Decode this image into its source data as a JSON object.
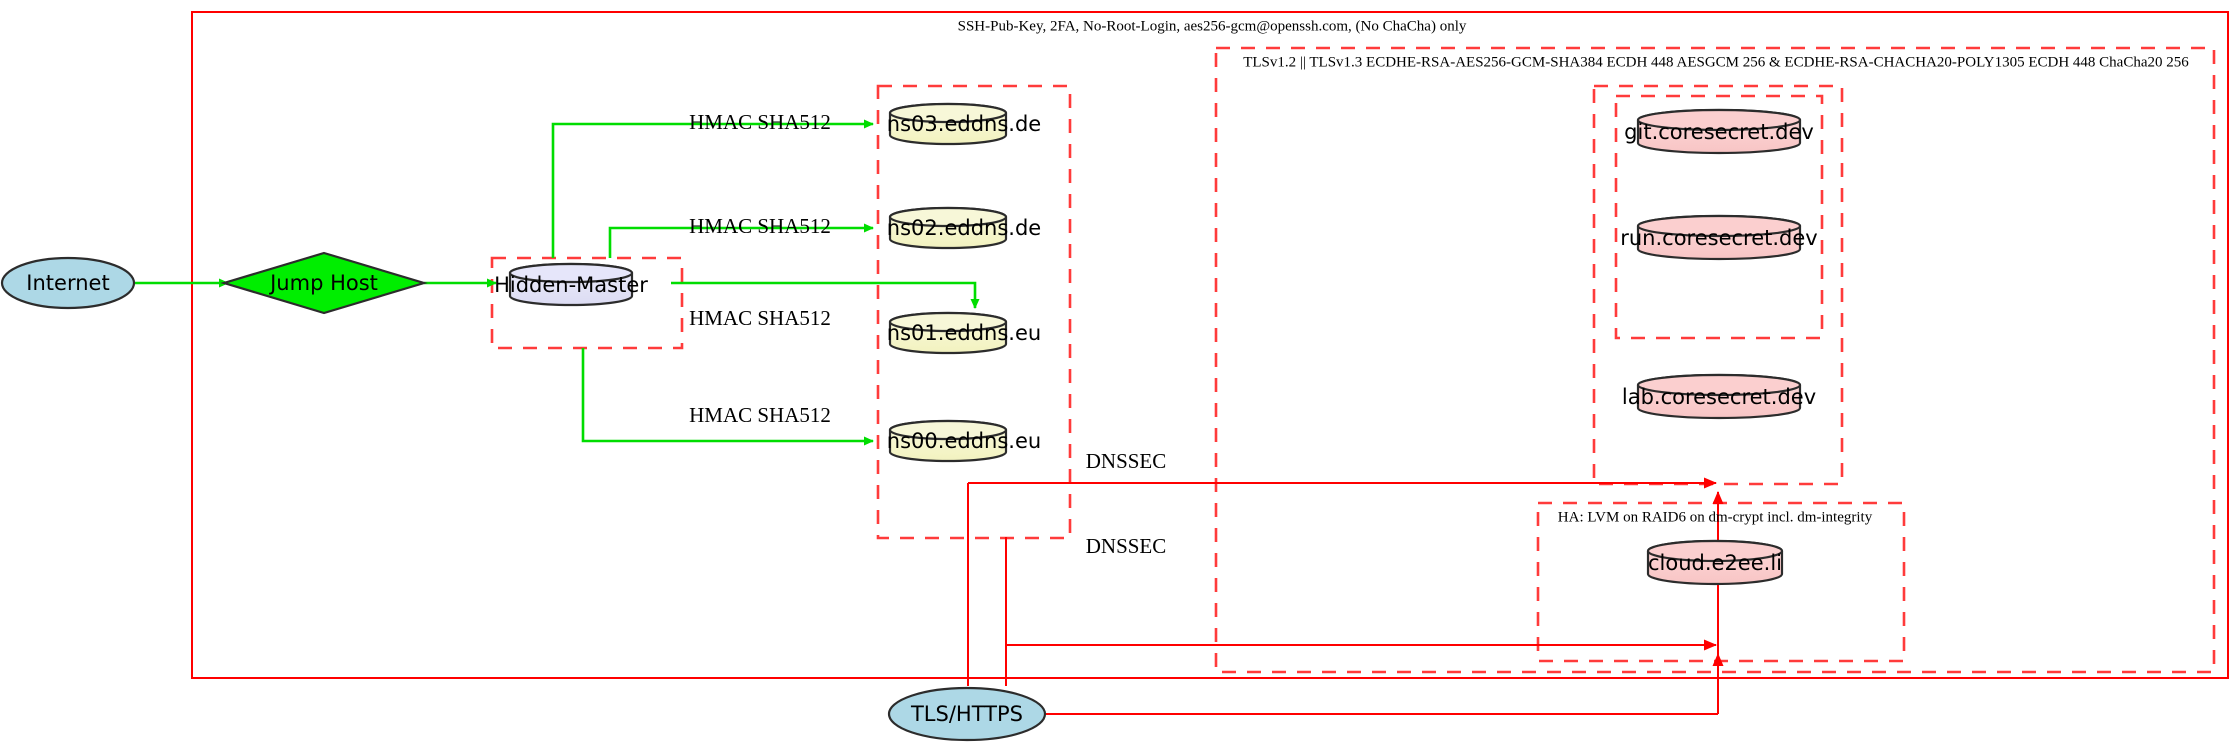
{
  "diagram": {
    "title_label": "SSH-Pub-Key, 2FA, No-Root-Login, aes256-gcm@openssh.com, (No ChaCha) only",
    "colors": {
      "boundary_red": "#ff0000",
      "dashed_red": "#ff3b3b",
      "edge_green": "#00dd00",
      "internet_fill": "#add8e6",
      "jumphost_fill": "#00ee00",
      "master_fill": "#e6e6fa",
      "nameserver_fill": "#f5f5c8",
      "service_fill": "#fbcfcf",
      "tls_fill": "#add8e6"
    },
    "clusters": [
      {
        "id": "ssh-zone",
        "label": "SSH-Pub-Key, 2FA, No-Root-Login, aes256-gcm@openssh.com, (No ChaCha) only"
      },
      {
        "id": "tls-zone",
        "label": "TLSv1.2 || TLSv1.3 ECDHE-RSA-AES256-GCM-SHA384 ECDH 448 AESGCM 256 & ECDHE-RSA-CHACHA20-POLY1305 ECDH 448 ChaCha20 256"
      },
      {
        "id": "ha-zone",
        "label": "HA: LVM on RAID6 on dm-crypt incl. dm-integrity"
      },
      {
        "id": "hidden-master-zone",
        "label": ""
      },
      {
        "id": "nameserver-zone",
        "label": ""
      },
      {
        "id": "coresecret-zone",
        "label": ""
      },
      {
        "id": "coresecret-inner-zone",
        "label": ""
      }
    ],
    "nodes": {
      "internet": {
        "label": "Internet",
        "shape": "ellipse"
      },
      "jump_host": {
        "label": "Jump Host",
        "shape": "diamond"
      },
      "hidden_master": {
        "label": "Hidden-Master",
        "shape": "cylinder"
      },
      "ns03": {
        "label": "ns03.eddns.de",
        "shape": "cylinder"
      },
      "ns02": {
        "label": "ns02.eddns.de",
        "shape": "cylinder"
      },
      "ns01": {
        "label": "ns01.eddns.eu",
        "shape": "cylinder"
      },
      "ns00": {
        "label": "ns00.eddns.eu",
        "shape": "cylinder"
      },
      "git": {
        "label": "git.coresecret.dev",
        "shape": "cylinder"
      },
      "run": {
        "label": "run.coresecret.dev",
        "shape": "cylinder"
      },
      "lab": {
        "label": "lab.coresecret.dev",
        "shape": "cylinder"
      },
      "cloud": {
        "label": "cloud.e2ee.li",
        "shape": "cylinder"
      },
      "tls_https": {
        "label": "TLS/HTTPS",
        "shape": "ellipse"
      }
    },
    "edge_labels": {
      "hmac_ns03": "HMAC SHA512",
      "hmac_ns02": "HMAC SHA512",
      "hmac_ns01": "HMAC SHA512",
      "hmac_ns00": "HMAC SHA512",
      "dnssec_upper": "DNSSEC",
      "dnssec_lower": "DNSSEC"
    }
  }
}
